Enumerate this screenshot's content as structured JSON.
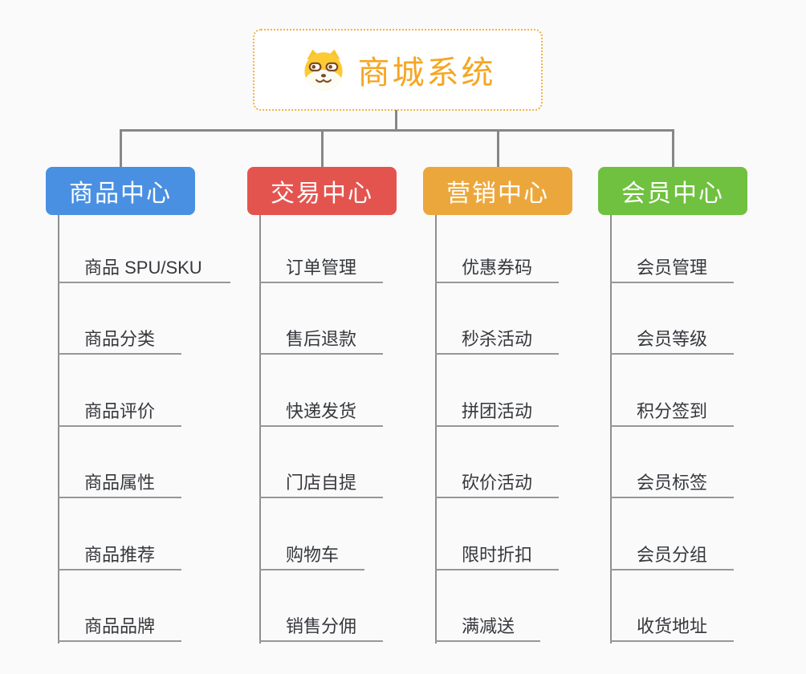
{
  "canvas": {
    "background": "#fafafa",
    "connector_color": "#878787"
  },
  "root": {
    "title": "商城系统",
    "icon": "shiba-dog-icon",
    "text_color": "#f5a623",
    "border_color": "#f6b143"
  },
  "branches": [
    {
      "label": "商品中心",
      "color": "#4a90e2",
      "items": [
        "商品 SPU/SKU",
        "商品分类",
        "商品评价",
        "商品属性",
        "商品推荐",
        "商品品牌"
      ]
    },
    {
      "label": "交易中心",
      "color": "#e4544f",
      "items": [
        "订单管理",
        "售后退款",
        "快递发货",
        "门店自提",
        "购物车",
        "销售分佣"
      ]
    },
    {
      "label": "营销中心",
      "color": "#eca73c",
      "items": [
        "优惠券码",
        "秒杀活动",
        "拼团活动",
        "砍价活动",
        "限时折扣",
        "满减送"
      ]
    },
    {
      "label": "会员中心",
      "color": "#6fc13f",
      "items": [
        "会员管理",
        "会员等级",
        "积分签到",
        "会员标签",
        "会员分组",
        "收货地址"
      ]
    }
  ]
}
